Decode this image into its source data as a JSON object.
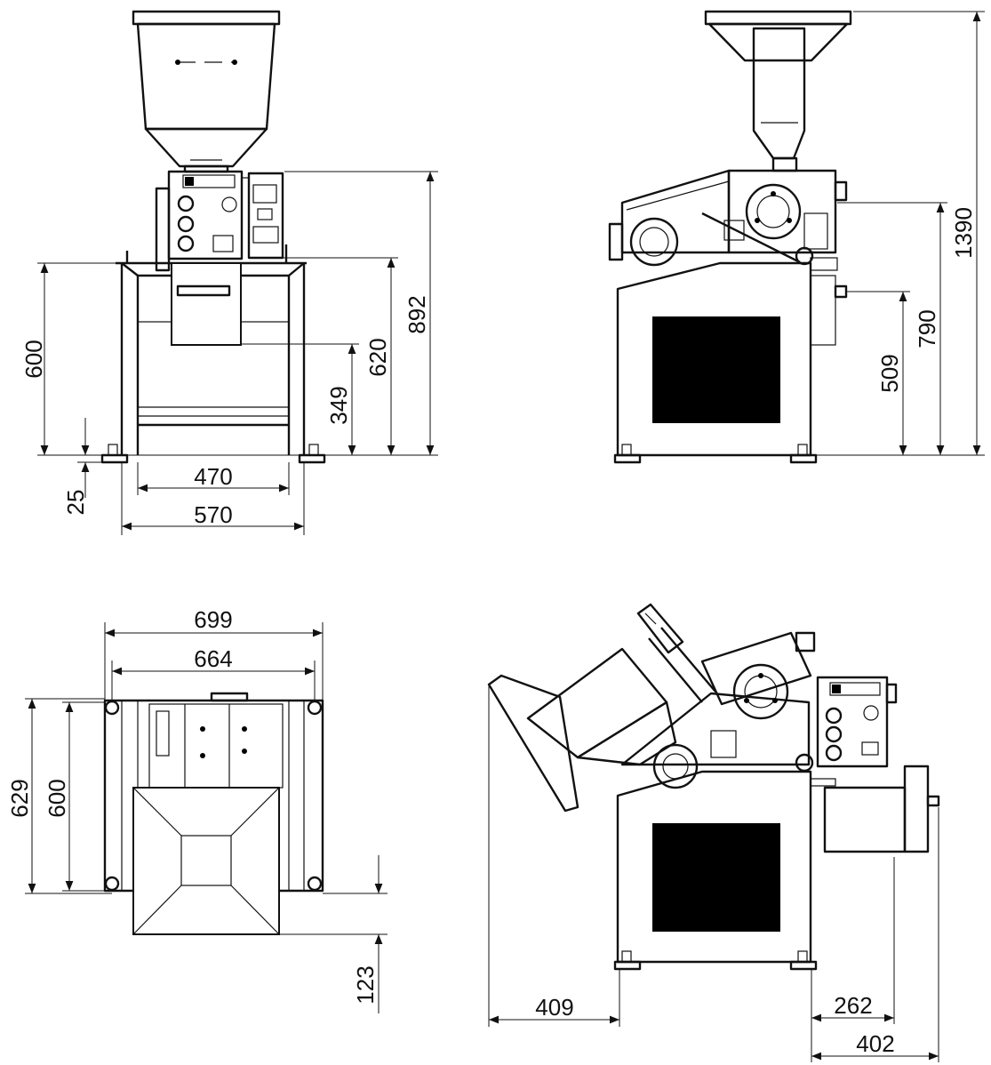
{
  "views": {
    "front": {
      "dim_600": "600",
      "dim_25": "25",
      "dim_470": "470",
      "dim_570": "570",
      "dim_349": "349",
      "dim_620": "620",
      "dim_892": "892"
    },
    "side": {
      "dim_509": "509",
      "dim_790": "790",
      "dim_1390": "1390"
    },
    "top": {
      "dim_699": "699",
      "dim_664": "664",
      "dim_629": "629",
      "dim_600": "600",
      "dim_123": "123"
    },
    "open": {
      "dim_409": "409",
      "dim_262": "262",
      "dim_402": "402"
    }
  }
}
